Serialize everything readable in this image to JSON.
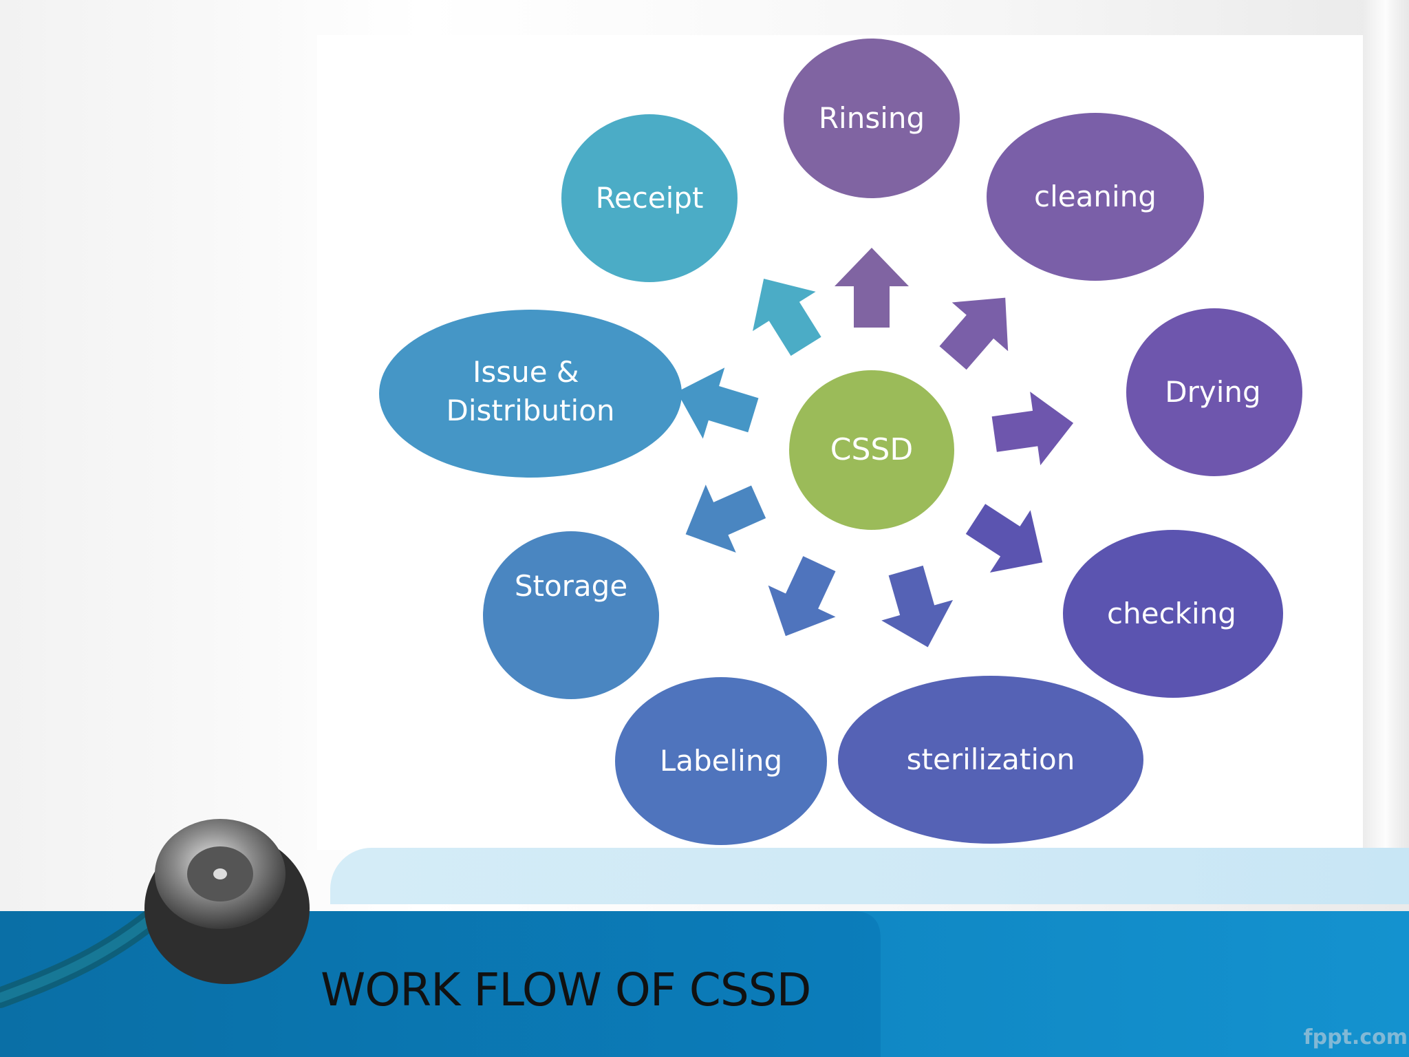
{
  "slide": {
    "title": "WORK FLOW OF CSSD",
    "watermark": "fppt.com"
  },
  "diagram": {
    "center": {
      "label": "CSSD",
      "color": "#9bbb59"
    },
    "nodes": [
      {
        "label": "Rinsing",
        "color": "#8064a2"
      },
      {
        "label": "cleaning",
        "color": "#7a5fa8"
      },
      {
        "label": "Drying",
        "color": "#6e56ad"
      },
      {
        "label": "checking",
        "color": "#5b54b0"
      },
      {
        "label": "sterilization",
        "color": "#5562b5"
      },
      {
        "label": "Labeling",
        "color": "#4f74bd"
      },
      {
        "label": "Storage",
        "color": "#4a86c1"
      },
      {
        "label": "Issue & Distribution",
        "label_lines": [
          "Issue &",
          "Distribution"
        ],
        "color": "#4596c6"
      },
      {
        "label": "Receipt",
        "color": "#4bacc6"
      }
    ]
  },
  "icons": [
    "stethoscope-icon"
  ]
}
